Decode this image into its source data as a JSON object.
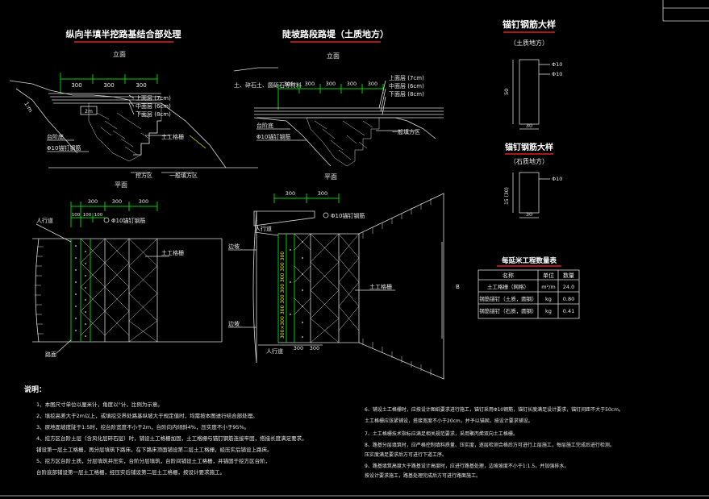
{
  "titles": {
    "left": "纵向半填半挖路基结合部处理",
    "mid": "陡坡路段路堤（土质地方）",
    "right_top": "锚钉钢筋大样",
    "right_top_sub": "（土质地方）",
    "right_mid": "锚钉钢筋大样",
    "right_mid_sub": "（石质地方）",
    "view_elev": "立面",
    "view_plan": "平面"
  },
  "left_elev": {
    "dims": [
      "300",
      "300",
      "300"
    ],
    "layers": [
      "上面层 (7cm)",
      "中面层 (6cm)",
      "下面层 (8cm)"
    ],
    "slope": "1:m",
    "labels": [
      "台阶底",
      "Φ10锚钉钢筋",
      "土工格栅",
      "一般填方区",
      "挖方区"
    ],
    "hatch": "2m"
  },
  "mid_elev": {
    "top_text": "土、碎石土、圆砾石等材料",
    "dims": [
      "300",
      "300",
      "300",
      "300",
      "300"
    ],
    "layers": [
      "上面层 (7cm)",
      "中面层 (6cm)",
      "下面层 (8cm)"
    ],
    "labels": [
      "台阶底",
      "Φ10锚钉钢筋",
      "一般填方区"
    ]
  },
  "left_plan": {
    "dims": [
      "300",
      "300",
      "300"
    ],
    "small_dims": [
      "100",
      "100",
      "100"
    ],
    "labels": [
      "人行道",
      "Φ10锚钉钢筋",
      "土工格栅",
      "路面"
    ]
  },
  "mid_plan": {
    "labels": [
      "Φ10锚钉钢筋",
      "人行道",
      "边坡",
      "边坡",
      "土工格栅",
      "人行道"
    ],
    "dims": [
      "300",
      "300"
    ],
    "vertical_dim": "300×300 300 300 300 300 300 300",
    "right_mark": "B"
  },
  "rebar1": {
    "dims": [
      "Φ10",
      "Φ10",
      "50",
      "30"
    ]
  },
  "rebar2": {
    "dims": [
      "Φ10",
      "15 (30)",
      "30"
    ]
  },
  "qty_table": {
    "title": "每延米工程数量表",
    "headers": [
      "名称",
      "单位",
      "数量"
    ],
    "rows": [
      [
        "土工格栅（网格）",
        "m²/m",
        "24.0"
      ],
      [
        "钢筋锚钉（土质，圆钢）",
        "kg",
        "0.80"
      ],
      [
        "钢筋锚钉（石质，圆钢）",
        "kg",
        "0.41"
      ]
    ]
  },
  "notes": {
    "title": "说明：",
    "left": [
      "1、本图尺寸单位以厘米计，角度以°计，比例为示意。",
      "2、填挖高差大于2m以上，或填挖交界处路基纵坡大于规定值时，均需按本图进行结合部处理。",
      "3、原地面坡度陡于1:5时，挖台阶宽度不小于2m，台阶向内倾斜4%，压实度不小于95%。",
      "4、挖方区台阶土层（含风化层碎石层）时，铺设土工格栅加固，土工格栅与锚钉钢筋连接牢固，搭接长度满足要求。",
      "   铺设第一层土工格栅，再分层填筑下路床，在下路床顶面铺设第二层土工格栅，经压实后铺设上路床。",
      "5、挖方区台阶土质，分层填筑并压实，台阶分层填筑，台阶间铺设土工格栅，并锚固于挖方区台阶，",
      "   台阶底部铺设第一层土工格栅，经压实后铺设第二层土工格栅，按设计要求施工。"
    ],
    "right": [
      "6、铺设土工格栅时，应按设计图纸要求进行施工，锚钉采用Φ10钢筋，锚钉长度满足设计要求，锚钉间距不大于50cm。",
      "   土工格栅应张紧铺设，搭接宽度不小于20cm，并予以锚固，按设计要求铺设。",
      "7、土工格栅技术指标应满足相关规范要求，采用聚丙烯双向土工格栅。",
      "8、路基分层填筑时，应严格控制填料质量、压实度，逐层检测合格后方可进行上层施工，每层施工完成后进行检测。",
      "   压实度满足要求后方可进行下道工序。",
      "9、路基填筑高度大于路基设计高度时，应进行路基处理，边坡坡度不小于1:1.5，并加强排水，",
      "   按设计要求施工，路基处理完成后方可进行路面施工。"
    ]
  },
  "colors": {
    "background": "#000000",
    "green_dim": "#00d000",
    "white_line": "#d8d8d8",
    "red_underline": "#e02020",
    "yellow": "#e0e000"
  }
}
